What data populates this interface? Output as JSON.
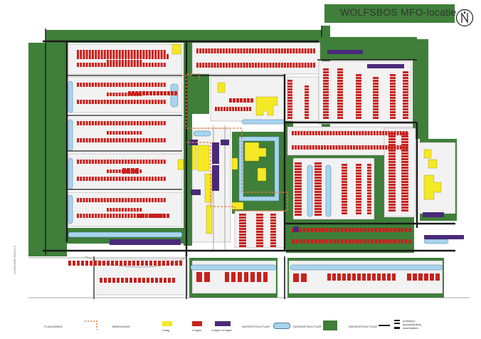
{
  "title": "WOLFSBOS MFO-locatie",
  "side_note": "U:\\ARCHIEF\\2003-1-0",
  "colors": {
    "green": "#3f7f3a",
    "red": "#c8211c",
    "yellow": "#f5e824",
    "purple": "#4a2a7a",
    "water": "#a8d4ee",
    "road": "#1a1a1a",
    "boundary": "#e87a3a"
  },
  "legend": {
    "plangebied": "PLANGEBIED",
    "bebouwing": "BEBOUWING",
    "laag1": "1 laag",
    "lagen2": "2 lagen",
    "lagen4": "4 lagen of hoger",
    "water": "WATERSTRUCTUUR",
    "groen": "GROENSTRUCTUUR",
    "wegen": "WEGENSTRUCTUUR",
    "ontsluiting1": "(ontwerp)",
    "ontsluiting2": "autoontsluiting",
    "ontsluiting3": "woonstraten"
  },
  "icons": {
    "north": "north-arrow-icon"
  }
}
